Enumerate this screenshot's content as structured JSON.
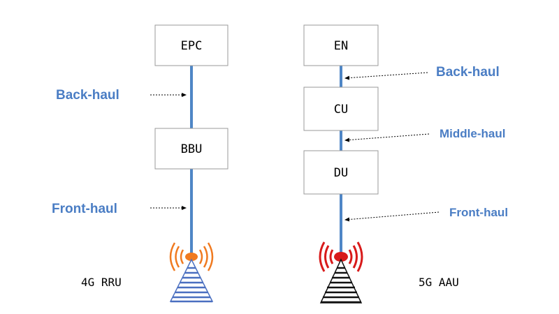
{
  "left_chain": {
    "boxes": [
      "EPC",
      "BBU"
    ],
    "links": [
      "Back-haul",
      "Front-haul"
    ],
    "device": "4G RRU",
    "tower_color": "#4a6fc0",
    "wave_color": "#f07a20"
  },
  "right_chain": {
    "boxes": [
      "EN",
      "CU",
      "DU"
    ],
    "links": [
      "Back-haul",
      "Middle-haul",
      "Front-haul"
    ],
    "device": "5G AAU",
    "tower_color": "#111111",
    "wave_color": "#d81a1a"
  },
  "colors": {
    "link_line": "#4f86c6",
    "link_label": "#4a7dc4",
    "box_border": "#9a9a9a"
  }
}
